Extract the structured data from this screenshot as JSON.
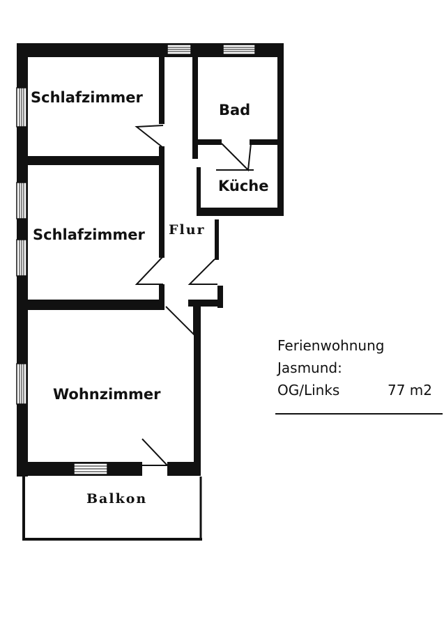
{
  "rooms": {
    "bedroom_1": "Schlafzimmer",
    "bathroom": "Bad",
    "kitchen": "Küche",
    "bedroom_2": "Schlafzimmer",
    "hallway": "Flur",
    "living_room": "Wohnzimmer",
    "balcony": "Balkon"
  },
  "info": {
    "line1": "Ferienwohnung",
    "line2": "Jasmund:",
    "floor": "OG/Links",
    "area": "77 m2"
  },
  "colors": {
    "wall": "#111111",
    "paper": "#ffffff"
  }
}
